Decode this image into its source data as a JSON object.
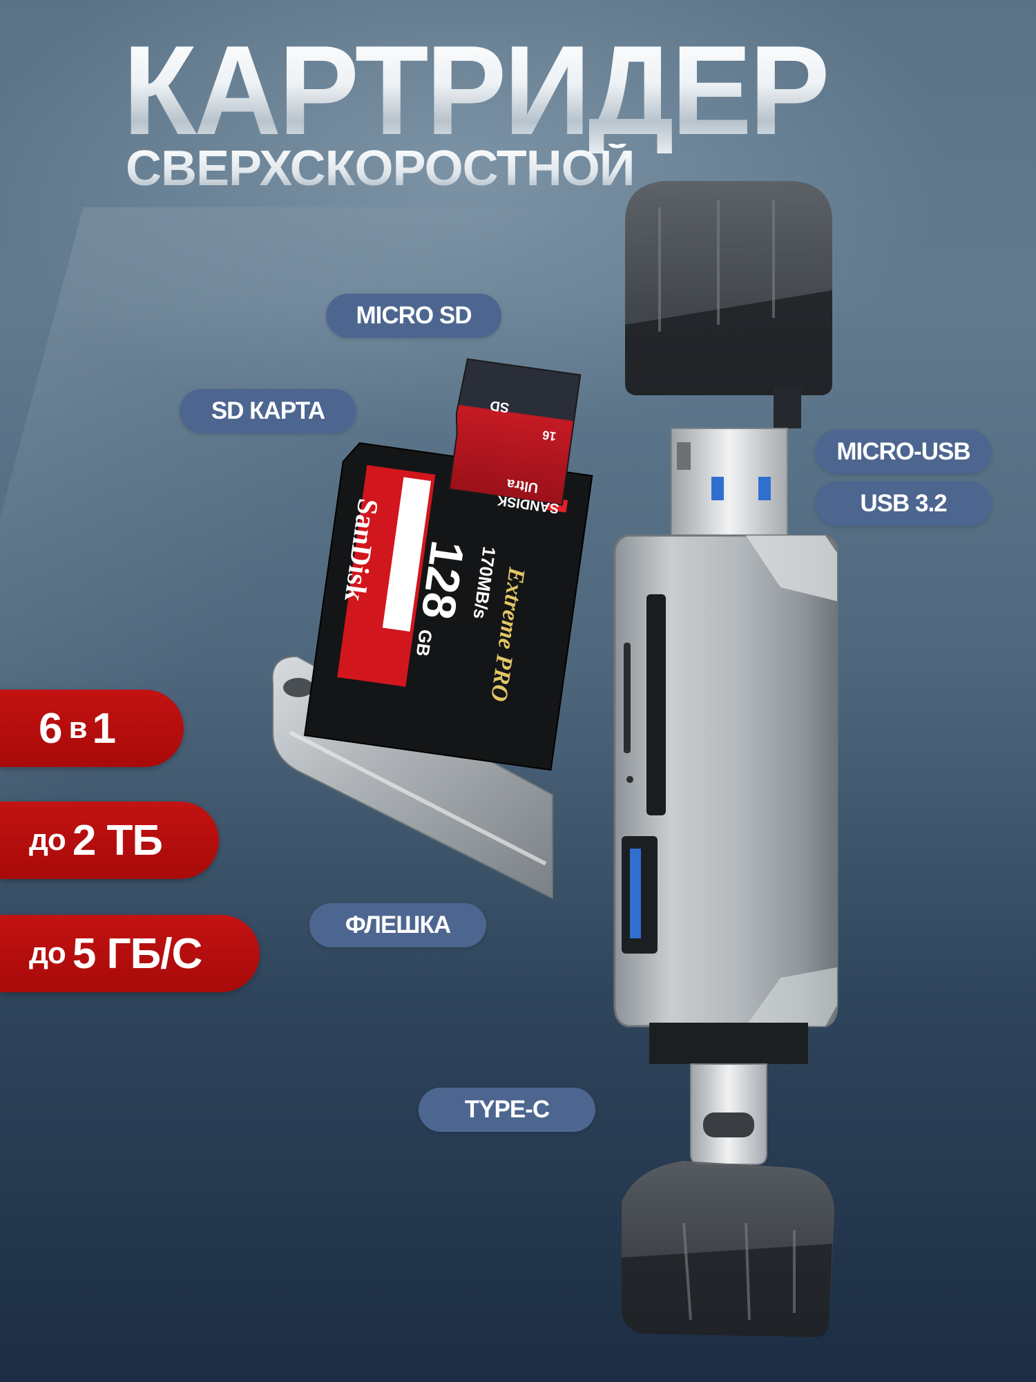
{
  "header": {
    "title": "КАРТРИДЕР",
    "subtitle": "СВЕРХСКОРОСТНОЙ"
  },
  "labels": {
    "micro_sd": "MICRO SD",
    "sd_card": "SD КАРТА",
    "micro_usb": "MICRO-USB",
    "usb": "USB 3.2",
    "flash": "ФЛЕШКА",
    "type_c": "TYPE-C"
  },
  "badges": {
    "six_in_one": {
      "num": "6",
      "word": "в",
      "num2": "1"
    },
    "capacity": {
      "prefix": "до",
      "value": "2 ТБ"
    },
    "speed": {
      "prefix": "до",
      "value": "5 ГБ/С"
    }
  },
  "sd_card_text": {
    "brand": "SanDisk",
    "capacity": "128",
    "unit": "GB",
    "line": "Extreme PRO",
    "speed": "170MB/s"
  },
  "micro_sd_text": {
    "brand": "SANDISK",
    "line": "Ultra",
    "capacity": "16",
    "sd": "SD"
  },
  "colors": {
    "pill": "#4d6690",
    "badge": "#b80d0d",
    "sandisk_red": "#d2161e"
  }
}
